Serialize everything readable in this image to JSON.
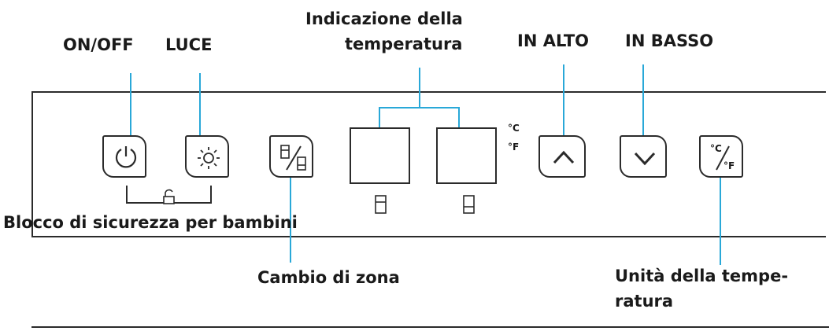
{
  "labels": {
    "on_off": "ON/OFF",
    "luce": "LUCE",
    "indicazione_line1": "Indicazione della",
    "indicazione_line2": "temperatura",
    "in_alto": "IN ALTO",
    "in_basso": "IN BASSO",
    "blocco": "Blocco di sicurezza per bambini",
    "cambio": "Cambio di zona",
    "unita_line1": "Unità della tempe-",
    "unita_line2": "ratura"
  },
  "display_units": {
    "celsius": "°C",
    "fahrenheit": "°F"
  },
  "unit_button": {
    "c": "°C",
    "f": "°F"
  },
  "colors": {
    "callout": "#29a8d8",
    "outline": "#2b2b2b"
  },
  "icons": {
    "power": "power-icon",
    "light": "sun-icon",
    "lock": "padlock-icon",
    "zone": "zone-switch-icon",
    "up": "chevron-up-icon",
    "down": "chevron-down-icon"
  }
}
